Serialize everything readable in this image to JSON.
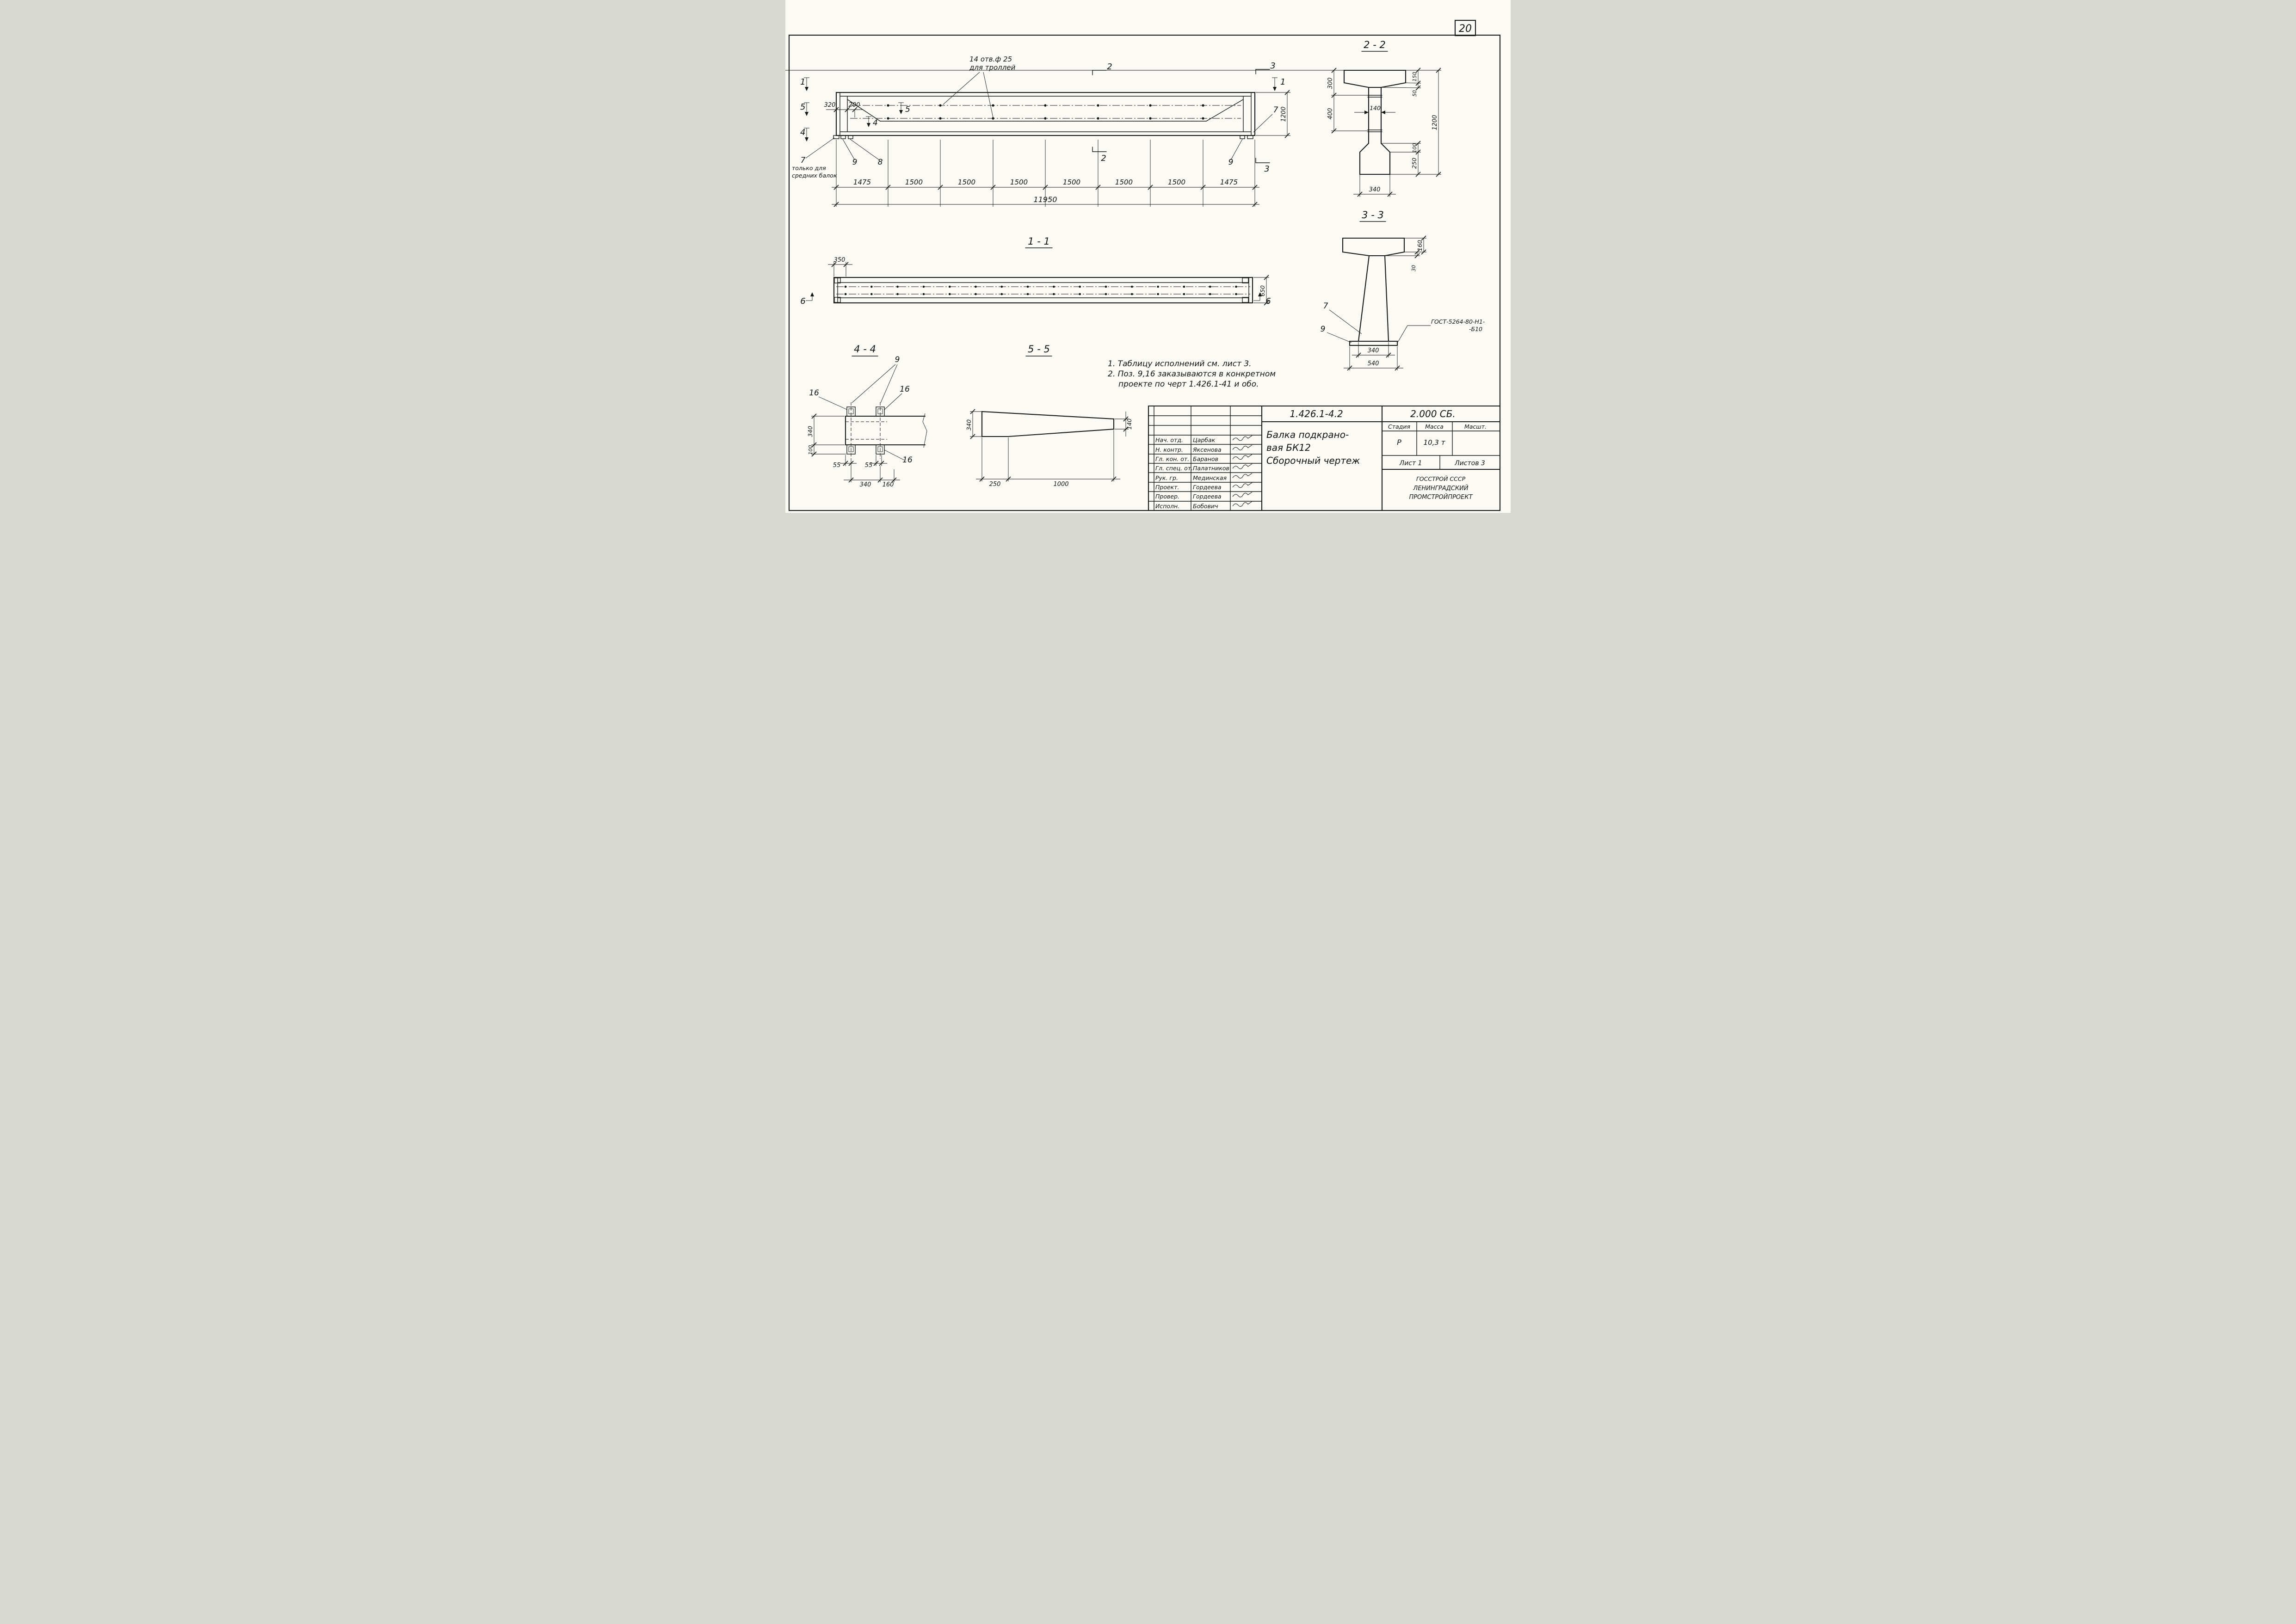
{
  "page": {
    "number": "20"
  },
  "elevation": {
    "holes_callout": {
      "line1": "14 отв.ф 25",
      "line2": "для троллей"
    },
    "left_note": {
      "line1": "только для",
      "line2": "средних балок"
    },
    "markers": {
      "s1_left": "1",
      "s1_right": "1",
      "s2_top": "2",
      "s2_bottom": "2",
      "s3_top": "3",
      "s3_bottom": "3",
      "s4_left": "4",
      "s4_inner": "4",
      "s5_left": "5",
      "s5_inner": "5",
      "p7_left": "7",
      "p7_right": "7",
      "p8": "8",
      "p9_left": "9",
      "p9_right": "9"
    },
    "dims": {
      "d320": "320",
      "d200": "200",
      "d1200": "1200",
      "total": "11950",
      "segments": [
        "1475",
        "1500",
        "1500",
        "1500",
        "1500",
        "1500",
        "1500",
        "1475"
      ]
    }
  },
  "section22": {
    "title": "2 - 2",
    "dims": {
      "d300": "300",
      "d400": "400",
      "d140": "140",
      "d150": "150",
      "d50": "50",
      "d100": "100",
      "d250": "250",
      "d1200": "1200",
      "d340": "340"
    }
  },
  "section11": {
    "title": "1 - 1",
    "dims": {
      "d350": "350",
      "d650": "650"
    },
    "markers": {
      "s6_left": "6",
      "s6_right": "6"
    }
  },
  "section33": {
    "title": "3 - 3",
    "dims": {
      "d160": "160",
      "d30": "30",
      "d340": "340",
      "d540": "540"
    },
    "markers": {
      "p7": "7",
      "p9": "9"
    },
    "gost_note": {
      "line1": "ГОСТ-5264-80-Н1-",
      "line2": "-Б10"
    }
  },
  "section44": {
    "title": "4 - 4",
    "dims": {
      "d340v": "340",
      "d100": "100",
      "d55a": "55",
      "d55b": "55",
      "d340b": "340",
      "d160": "160"
    },
    "markers": {
      "p9": "9",
      "p16a": "16",
      "p16b": "16",
      "p16c": "16"
    }
  },
  "section55": {
    "title": "5 - 5",
    "dims": {
      "d340": "340",
      "d140": "140",
      "d250": "250",
      "d1000": "1000"
    }
  },
  "notes": {
    "line1": "1. Таблицу исполнений  см. лист 3.",
    "line2": "2. Поз. 9,16 заказываются в конкретном",
    "line3": "проекте по черт 1.426.1-41 и обо."
  },
  "titleblock": {
    "doc_number": "1.426.1-4.2",
    "doc_code": "2.000 СБ.",
    "title_line1": "Балка  подкрано-",
    "title_line2": "вая  БК12",
    "title_line3": "Сборочный  чертеж",
    "stage_header": "Стадия",
    "mass_header": "Масса",
    "scale_header": "Масшт.",
    "stage_value": "Р",
    "mass_value": "10,3 т",
    "sheet_label": "Лист 1",
    "sheets_label": "Листов 3",
    "org_line1": "ГОССТРОЙ СССР",
    "org_line2": "ЛЕНИНГРАДСКИЙ",
    "org_line3": "ПРОМСТРОЙПРОЕКТ",
    "rows": [
      {
        "role": "Нач. отд.",
        "name": "Царбак"
      },
      {
        "role": "Н. контр.",
        "name": "Яксенова"
      },
      {
        "role": "Гл. кон. от.",
        "name": "Баранов"
      },
      {
        "role": "Гл. спец. от.",
        "name": "Палатников"
      },
      {
        "role": "Рук. гр.",
        "name": "Мединская"
      },
      {
        "role": "Проект.",
        "name": "Гордеева"
      },
      {
        "role": "Провер.",
        "name": "Гордеева"
      },
      {
        "role": "Исполн.",
        "name": "Бобович"
      }
    ]
  }
}
